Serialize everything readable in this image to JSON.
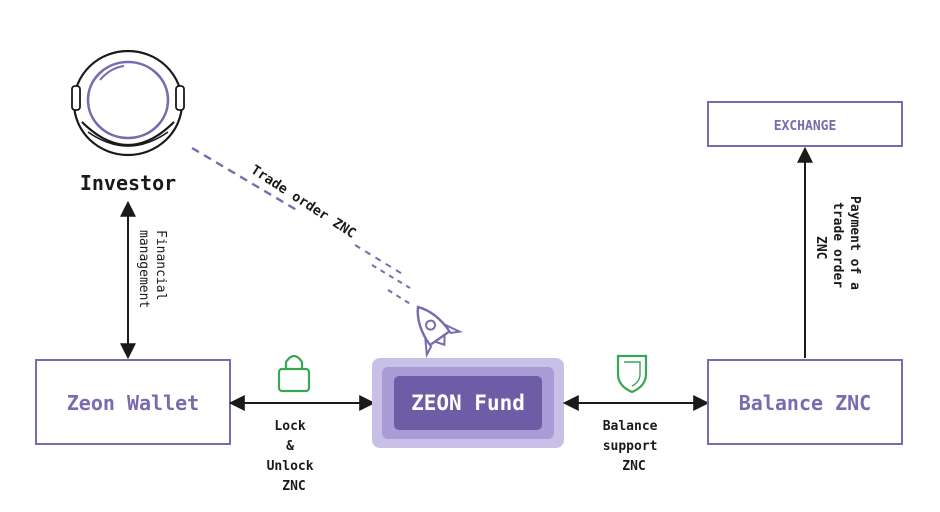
{
  "nodes": {
    "investor": {
      "label": "Investor"
    },
    "wallet": {
      "label": "Zeon Wallet"
    },
    "fund": {
      "label": "ZEON Fund"
    },
    "balance": {
      "label": "Balance ZNC"
    },
    "exchange": {
      "label": "EXCHANGE"
    }
  },
  "edges": {
    "trade_order": {
      "label": "Trade order ZNC"
    },
    "financial": {
      "lines": [
        "Financial",
        "management"
      ]
    },
    "lock": {
      "lines": [
        "Lock",
        "&",
        "Unlock",
        "ZNC"
      ]
    },
    "balance_support": {
      "lines": [
        "Balance",
        "support",
        "ZNC"
      ]
    },
    "payment": {
      "lines": [
        "Payment of a",
        "trade order",
        "ZNC"
      ]
    }
  },
  "icons": {
    "astronaut": "astronaut-helmet-icon",
    "rocket": "rocket-icon",
    "lock": "padlock-icon",
    "shield": "shield-icon"
  },
  "colors": {
    "accent": "#7a6aaf",
    "accent_light": "#c8c0e6",
    "accent_mid": "#a99cd6",
    "accent_dark": "#6e5ca6",
    "green": "#3aa655",
    "text": "#1a1a1a"
  }
}
